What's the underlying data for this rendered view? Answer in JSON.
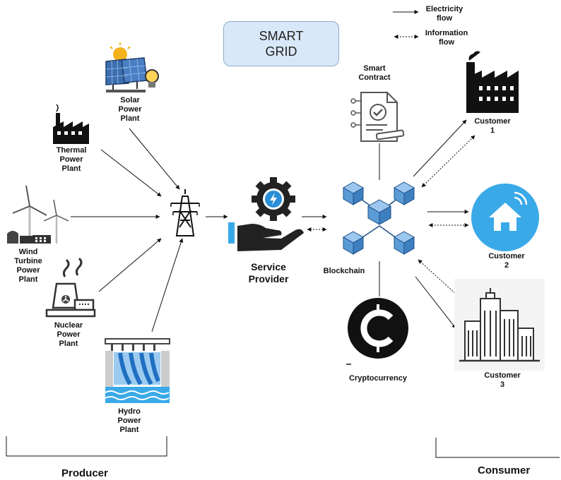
{
  "title": {
    "line1": "SMART",
    "line2": "GRID"
  },
  "legend": {
    "electricity": {
      "line1": "Electricity",
      "line2": "flow"
    },
    "information": {
      "line1": "Information",
      "line2": "flow"
    }
  },
  "producers": {
    "solar": {
      "lines": [
        "Solar",
        "Power",
        "Plant"
      ],
      "icon": "solar-panel-icon"
    },
    "thermal": {
      "lines": [
        "Thermal",
        "Power",
        "Plant"
      ],
      "icon": "factory-icon"
    },
    "wind": {
      "lines": [
        "Wind",
        "Turbine",
        "Power",
        "Plant"
      ],
      "icon": "wind-turbine-icon"
    },
    "nuclear": {
      "lines": [
        "Nuclear",
        "Power",
        "Plant"
      ],
      "icon": "nuclear-plant-icon"
    },
    "hydro": {
      "lines": [
        "Hydro",
        "Power",
        "Plant"
      ],
      "icon": "dam-icon"
    }
  },
  "service_provider": {
    "line1": "Service",
    "line2": "Provider",
    "icon": "hand-gear-bolt-icon"
  },
  "blockchain": {
    "label": "Blockchain",
    "icon": "blockchain-cubes-icon"
  },
  "smart_contract": {
    "line1": "Smart",
    "line2": "Contract",
    "icon": "contract-document-icon"
  },
  "cryptocurrency": {
    "label": "Cryptocurrency",
    "icon": "crypto-coin-icon"
  },
  "customers": {
    "c1": {
      "line1": "Customer",
      "line2": "1",
      "icon": "factory-building-icon"
    },
    "c2": {
      "line1": "Customer",
      "line2": "2",
      "icon": "smart-home-icon"
    },
    "c3": {
      "line1": "Customer",
      "line2": "3",
      "icon": "city-buildings-icon"
    }
  },
  "sections": {
    "producer": "Producer",
    "consumer": "Consumer"
  },
  "colors": {
    "title_fill": "#d9e8f8",
    "blockchain_blue": "#5b9bd5",
    "home_blue": "#3aa9e8",
    "solar_panel": "#3d6fb0",
    "sun": "#f5b31b",
    "water": "#3aa9e8",
    "dark": "#111111"
  }
}
